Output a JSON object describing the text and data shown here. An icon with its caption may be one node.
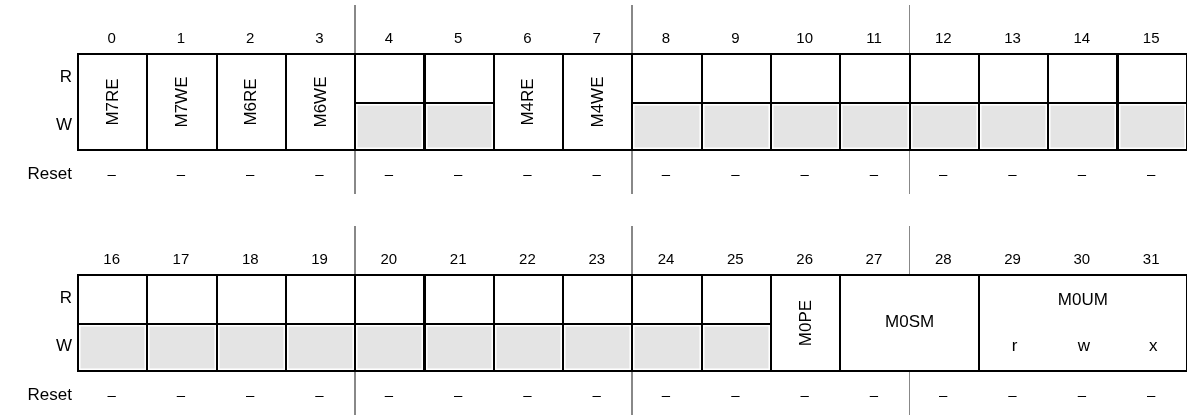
{
  "diagram": {
    "nodes": [
      {
        "text": [
          "M7RE"
        ]
      },
      {
        "text": [
          "M7WE"
        ]
      },
      {
        "text": [
          "M6RE"
        ]
      },
      {
        "text": [
          "M6WE"
        ]
      },
      {
        "text": [],
        "shape": "box"
      },
      {
        "text": [],
        "shape": "box"
      },
      {
        "text": [
          "M4RE"
        ]
      },
      {
        "text": [
          "M4WE"
        ]
      },
      {
        "text": [],
        "shape": "box"
      },
      {
        "text": [],
        "shape": "box"
      },
      {
        "text": [],
        "shape": "box"
      },
      {
        "text": [],
        "shape": "box"
      },
      {
        "text": [],
        "shape": "box"
      },
      {
        "text": [],
        "shape": "box"
      },
      {
        "text": [],
        "shape": "box"
      },
      {
        "text": [],
        "shape": "box"
      },
      {
        "text": [],
        "shape": "box"
      },
      {
        "text": [],
        "shape": "box"
      },
      {
        "text": [],
        "shape": "box"
      },
      {
        "text": [],
        "shape": "box"
      },
      {
        "text": [],
        "shape": "box"
      },
      {
        "text": [],
        "shape": "box"
      },
      {
        "text": [],
        "shape": "box"
      },
      {
        "text": [],
        "shape": "box"
      },
      {
        "text": [],
        "shape": "box"
      },
      {
        "text": [],
        "shape": "box"
      },
      {
        "text": [
          "M0PE"
        ]
      },
      {
        "text": [
          "M0SM"
        ]
      },
      {
        "text": [
          "M0UM",
          "r",
          "w",
          "x"
        ]
      }
    ],
    "labels": [
      "0",
      "1",
      "2",
      "3",
      "4",
      "5",
      "6",
      "7",
      "8",
      "9",
      "10",
      "11",
      "12",
      "13",
      "14",
      "15",
      "R",
      "W",
      "Reset",
      "–",
      "–",
      "–",
      "–",
      "–",
      "–",
      "–",
      "–",
      "–",
      "–",
      "–",
      "–",
      "–",
      "–",
      "–",
      "–",
      "16",
      "17",
      "18",
      "19",
      "20",
      "21",
      "22",
      "23",
      "24",
      "25",
      "26",
      "27",
      "28",
      "29",
      "30",
      "31",
      "R",
      "W",
      "Reset",
      "–",
      "–",
      "–",
      "–",
      "–",
      "–",
      "–",
      "–",
      "–",
      "–",
      "–",
      "–",
      "–",
      "–",
      "–",
      "–"
    ]
  }
}
